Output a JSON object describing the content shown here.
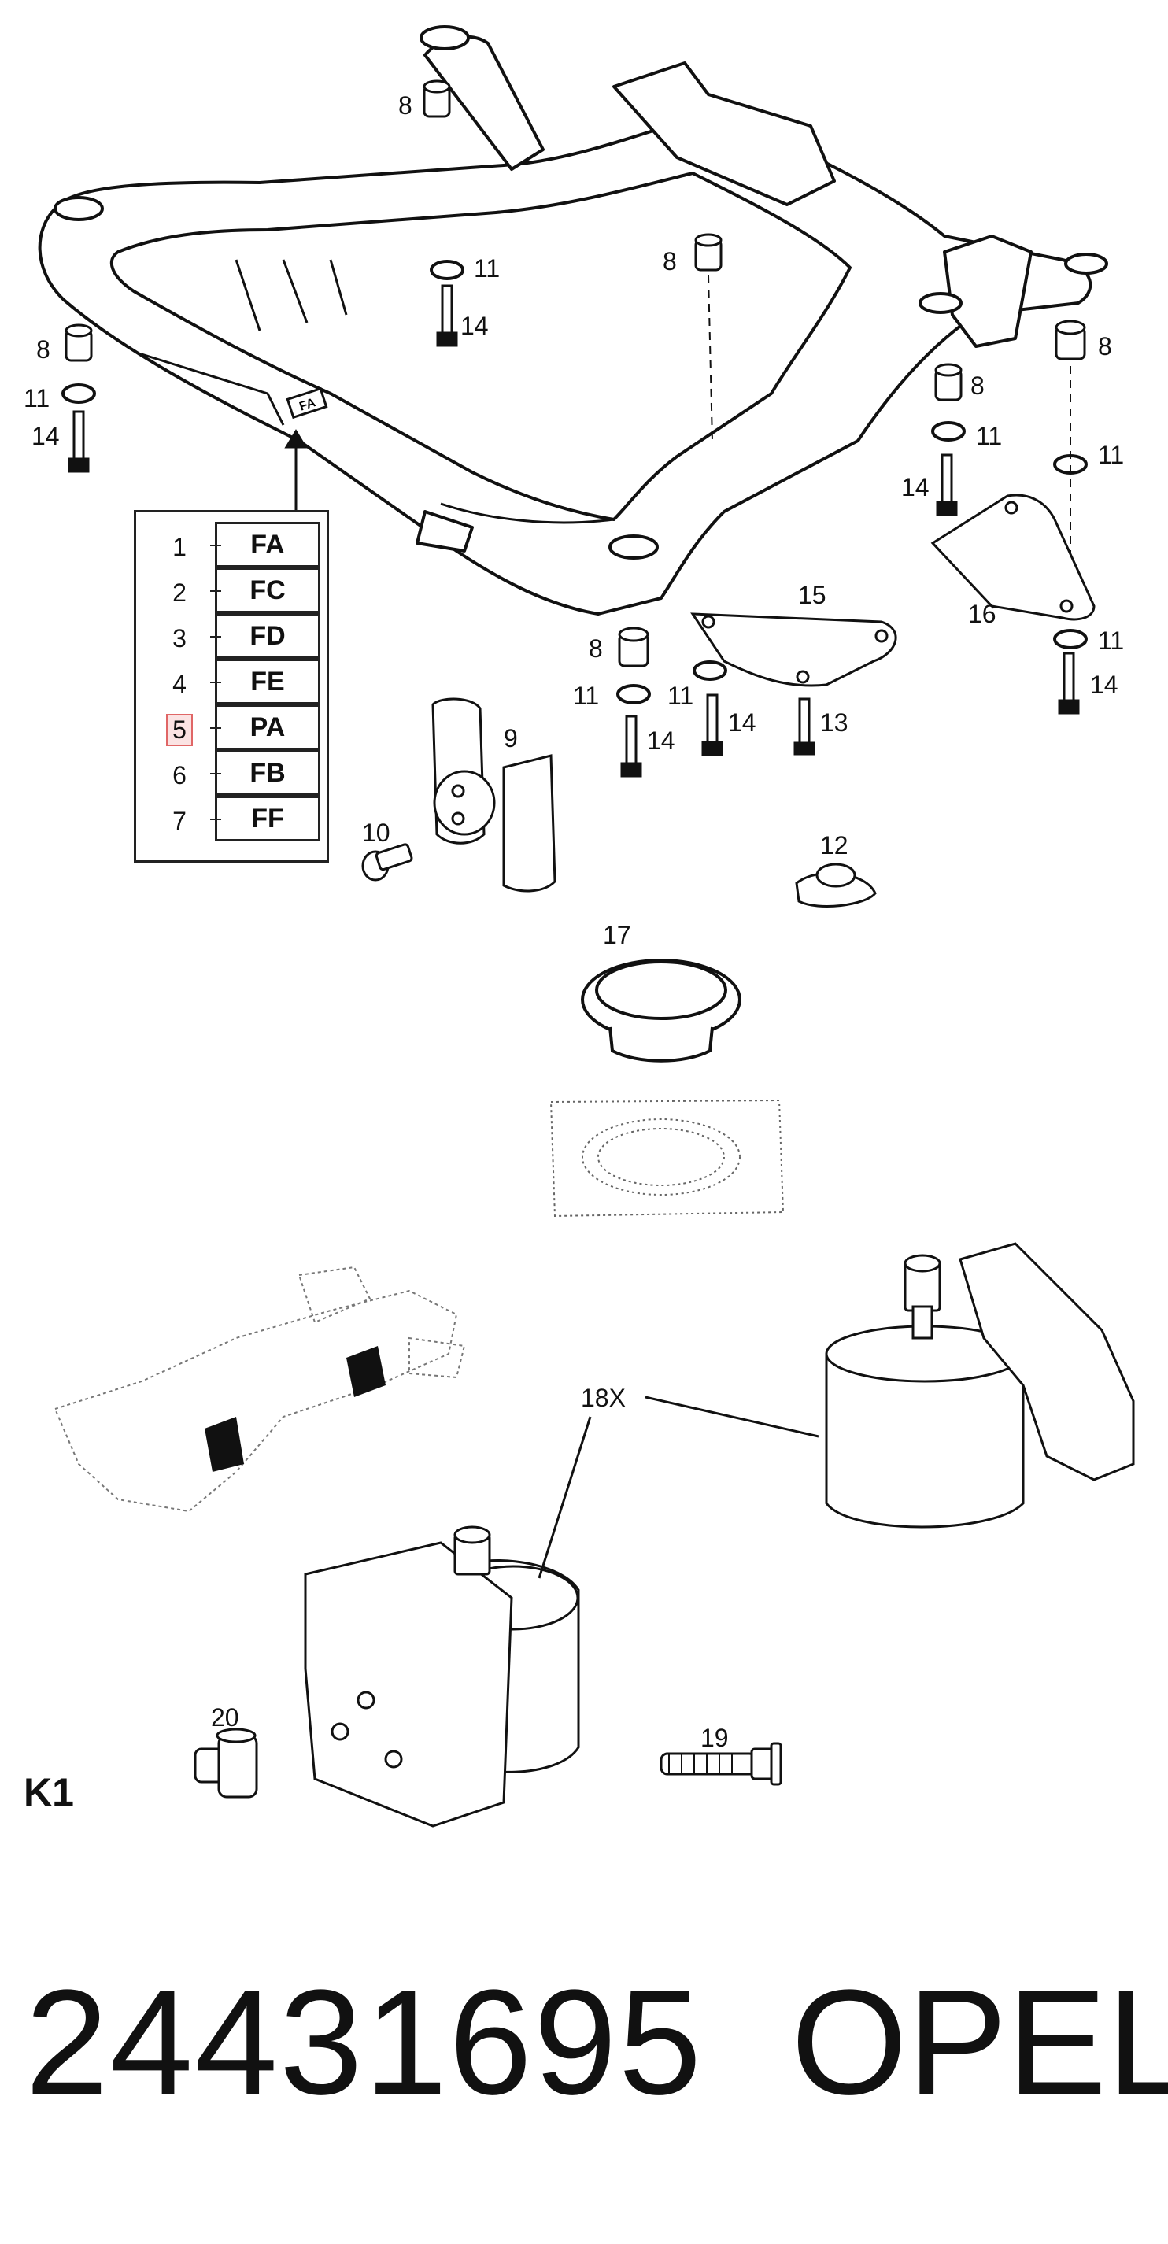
{
  "callouts": {
    "c8a": "8",
    "c8b": "8",
    "c8c": "8",
    "c8d": "8",
    "c8e": "8",
    "c8f": "8",
    "c11a": "11",
    "c11b": "11",
    "c11c": "11",
    "c11d": "11",
    "c11e": "11",
    "c11f": "11",
    "c11g": "11",
    "c14a": "14",
    "c14b": "14",
    "c14c": "14",
    "c14d": "14",
    "c14e": "14",
    "c9": "9",
    "c10": "10",
    "c12": "12",
    "c13": "13",
    "c15": "15",
    "c16": "16",
    "c17": "17",
    "c18": "18X",
    "c19": "19",
    "c20": "20"
  },
  "code_table": [
    {
      "num": "1",
      "code": "FA"
    },
    {
      "num": "2",
      "code": "FC"
    },
    {
      "num": "3",
      "code": "FD"
    },
    {
      "num": "4",
      "code": "FE"
    },
    {
      "num": "5",
      "code": "PA",
      "selected": true
    },
    {
      "num": "6",
      "code": "FB"
    },
    {
      "num": "7",
      "code": "FF"
    }
  ],
  "frame_tag": "FA",
  "section_label": "K1",
  "part_number": "24431695",
  "brand": "OPEL"
}
